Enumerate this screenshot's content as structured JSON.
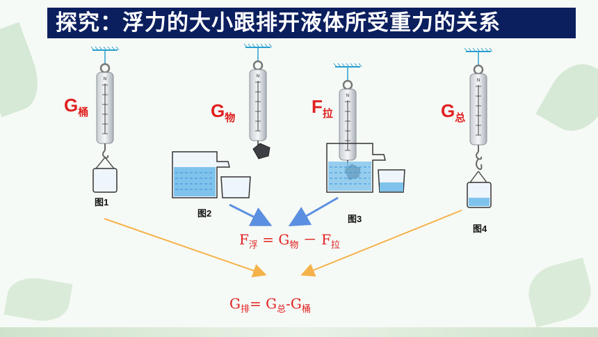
{
  "title": "探究：浮力的大小跟排开液体所受重力的关系",
  "labels": {
    "g_bucket": {
      "main": "G",
      "sub": "桶"
    },
    "g_object": {
      "main": "G",
      "sub": "物"
    },
    "f_pull": {
      "main": "F",
      "sub": "拉"
    },
    "g_total": {
      "main": "G",
      "sub": "总"
    }
  },
  "figures": [
    "图1",
    "图2",
    "图3",
    "图4"
  ],
  "formula1": {
    "f": "F",
    "f_sub": "浮",
    "eq": " = ",
    "g": "G",
    "g_sub": "物",
    "minus": " － ",
    "f2": "F",
    "f2_sub": "拉"
  },
  "formula2": {
    "g": "G",
    "g_sub": "排",
    "eq": "= ",
    "g2": "G",
    "g2_sub": "总",
    "minus": "-",
    "g3": "G",
    "g3_sub": "桶"
  },
  "colors": {
    "title_bg": "#0b1f5e",
    "label_red": "#e02020",
    "arrow_blue": "#5b8fe0",
    "arrow_orange": "#f5b24a",
    "water": "#3a8fd9"
  }
}
